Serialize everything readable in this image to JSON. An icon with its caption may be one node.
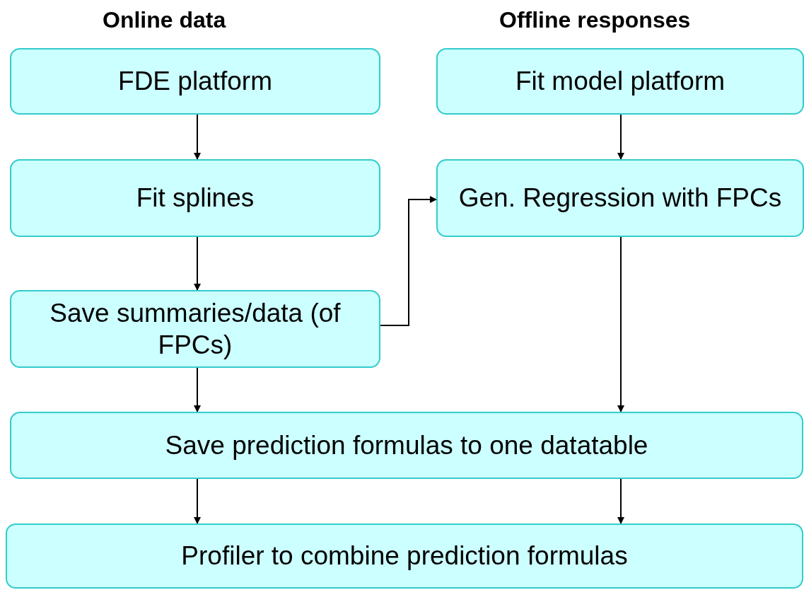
{
  "diagram": {
    "nodes": [
      {
        "text": [
          "FDE platform"
        ]
      },
      {
        "text": [
          "Fit model platform"
        ]
      },
      {
        "text": [
          "Fit splines"
        ]
      },
      {
        "text": [
          "Gen. Regression with FPCs"
        ]
      },
      {
        "text": [
          "Save summaries/data (of FPCs)"
        ]
      },
      {
        "text": [
          "Save prediction formulas to one datatable"
        ]
      },
      {
        "text": [
          "Profiler to combine prediction formulas"
        ]
      }
    ],
    "edges": [
      {
        "from": 0,
        "to": 2,
        "arrow": "to"
      },
      {
        "from": 1,
        "to": 3,
        "arrow": "to"
      },
      {
        "from": 2,
        "to": 4,
        "arrow": "to"
      },
      {
        "from": 4,
        "to": 3,
        "arrow": "to"
      },
      {
        "from": 4,
        "to": 5,
        "arrow": "to"
      },
      {
        "from": 3,
        "to": 5,
        "arrow": "to"
      },
      {
        "from": 5,
        "to": 6,
        "arrow": "to"
      },
      {
        "from": 5,
        "to": 6,
        "arrow": "to"
      }
    ],
    "labels": [
      "Online data",
      "Offline responses"
    ]
  }
}
